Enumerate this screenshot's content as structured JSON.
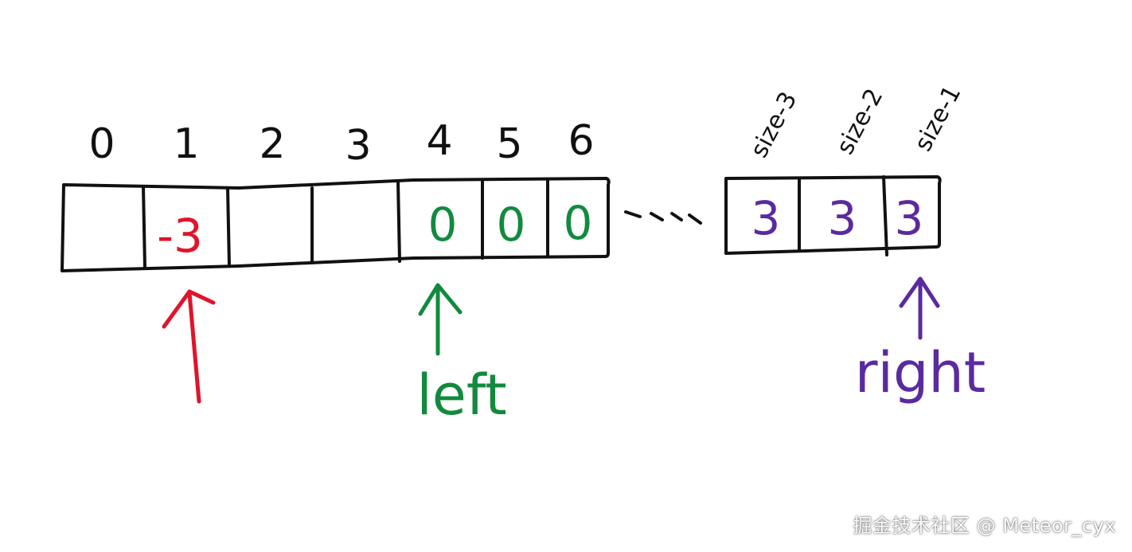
{
  "colors": {
    "ink": "#111111",
    "red": "#e0142a",
    "green": "#128a3e",
    "purple": "#5b2a9e"
  },
  "indices": [
    "0",
    "1",
    "2",
    "3",
    "4",
    "5",
    "6"
  ],
  "size_labels": [
    "size-3",
    "size-2",
    "size-1"
  ],
  "left_array": {
    "cells": [
      {
        "value": "",
        "color": "ink"
      },
      {
        "value": "-3",
        "color": "red"
      },
      {
        "value": "",
        "color": "ink"
      },
      {
        "value": "",
        "color": "ink"
      },
      {
        "value": "0",
        "color": "green"
      },
      {
        "value": "0",
        "color": "green"
      },
      {
        "value": "0",
        "color": "green"
      }
    ]
  },
  "right_array": {
    "cells": [
      {
        "value": "3",
        "color": "purple"
      },
      {
        "value": "3",
        "color": "purple"
      },
      {
        "value": "3",
        "color": "purple"
      }
    ]
  },
  "pointers": {
    "left_label": "left",
    "right_label": "right"
  },
  "watermark": "掘金技术社区 @ Meteor_cyx"
}
